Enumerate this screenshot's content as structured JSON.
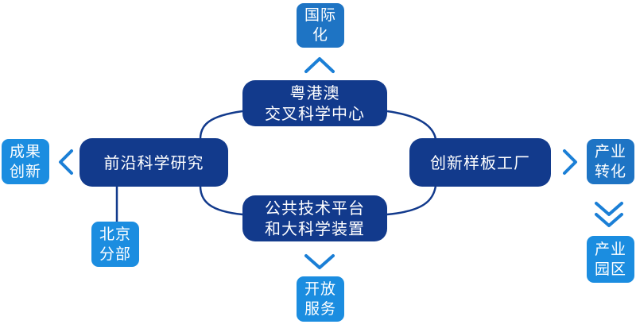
{
  "nodes": {
    "center_top": {
      "line1": "粤港澳",
      "line2": "交叉科学中心"
    },
    "left": {
      "line1": "前沿科学研究"
    },
    "right": {
      "line1": "创新样板工厂"
    },
    "center_bottom": {
      "line1": "公共技术平台",
      "line2": "和大科学装置"
    },
    "top_outer": {
      "line1": "国际",
      "line2": "化"
    },
    "left_outer": {
      "line1": "成果",
      "line2": "创新"
    },
    "branch_left": {
      "line1": "北京",
      "line2": "分部"
    },
    "bottom_outer": {
      "line1": "开放",
      "line2": "服务"
    },
    "right_outer": {
      "line1": "产业",
      "line2": "转化"
    },
    "right_bottom": {
      "line1": "产业",
      "line2": "园区"
    }
  },
  "colors": {
    "dark": "#123a8c",
    "light": "#1b8de0",
    "link": "#123a8c"
  }
}
